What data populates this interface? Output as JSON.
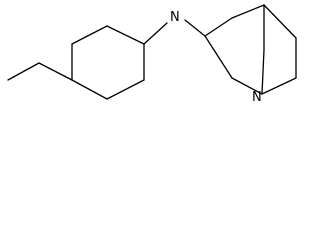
{
  "molecule": {
    "atoms": [
      {
        "id": "amine-nitrogen",
        "label": "N"
      },
      {
        "id": "ring-nitrogen",
        "label": "N"
      }
    ],
    "colors": {
      "bond": "#000000",
      "label": "#000000",
      "background": "#ffffff"
    }
  }
}
